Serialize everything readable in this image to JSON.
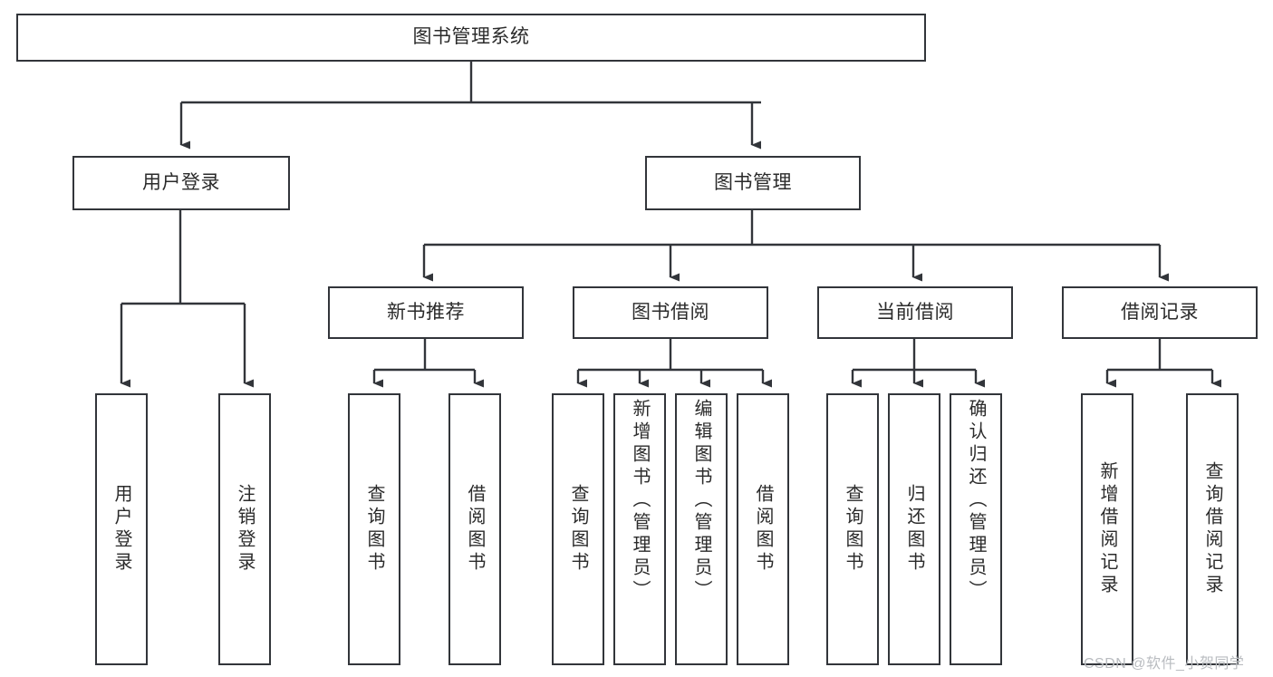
{
  "diagram": {
    "title": "图书管理系统",
    "type": "tree-hierarchy-diagram",
    "colors": {
      "background": "#ffffff",
      "box_border": "#32353a",
      "box_fill": "#ffffff",
      "text": "#2b2b2b",
      "connector": "#32353a",
      "watermark": "#b9bcc0"
    },
    "root": {
      "label": "图书管理系统"
    },
    "level2": [
      {
        "label": "用户登录"
      },
      {
        "label": "图书管理"
      }
    ],
    "level3": [
      {
        "label": "新书推荐"
      },
      {
        "label": "图书借阅"
      },
      {
        "label": "当前借阅"
      },
      {
        "label": "借阅记录"
      }
    ],
    "leaves": {
      "user_login": [
        {
          "label": "用户登录"
        },
        {
          "label": "注销登录"
        }
      ],
      "new_book_recommend": [
        {
          "label": "查询图书"
        },
        {
          "label": "借阅图书"
        }
      ],
      "book_borrow": [
        {
          "label": "查询图书"
        },
        {
          "label": "新增图书（管理员）"
        },
        {
          "label": "编辑图书（管理员）"
        },
        {
          "label": "借阅图书"
        }
      ],
      "current_borrow": [
        {
          "label": "查询图书"
        },
        {
          "label": "归还图书"
        },
        {
          "label": "确认归还（管理员）"
        }
      ],
      "borrow_record": [
        {
          "label": "新增借阅记录"
        },
        {
          "label": "查询借阅记录"
        }
      ]
    }
  },
  "watermark": {
    "text": "CSDN @软件_小贺同学"
  }
}
